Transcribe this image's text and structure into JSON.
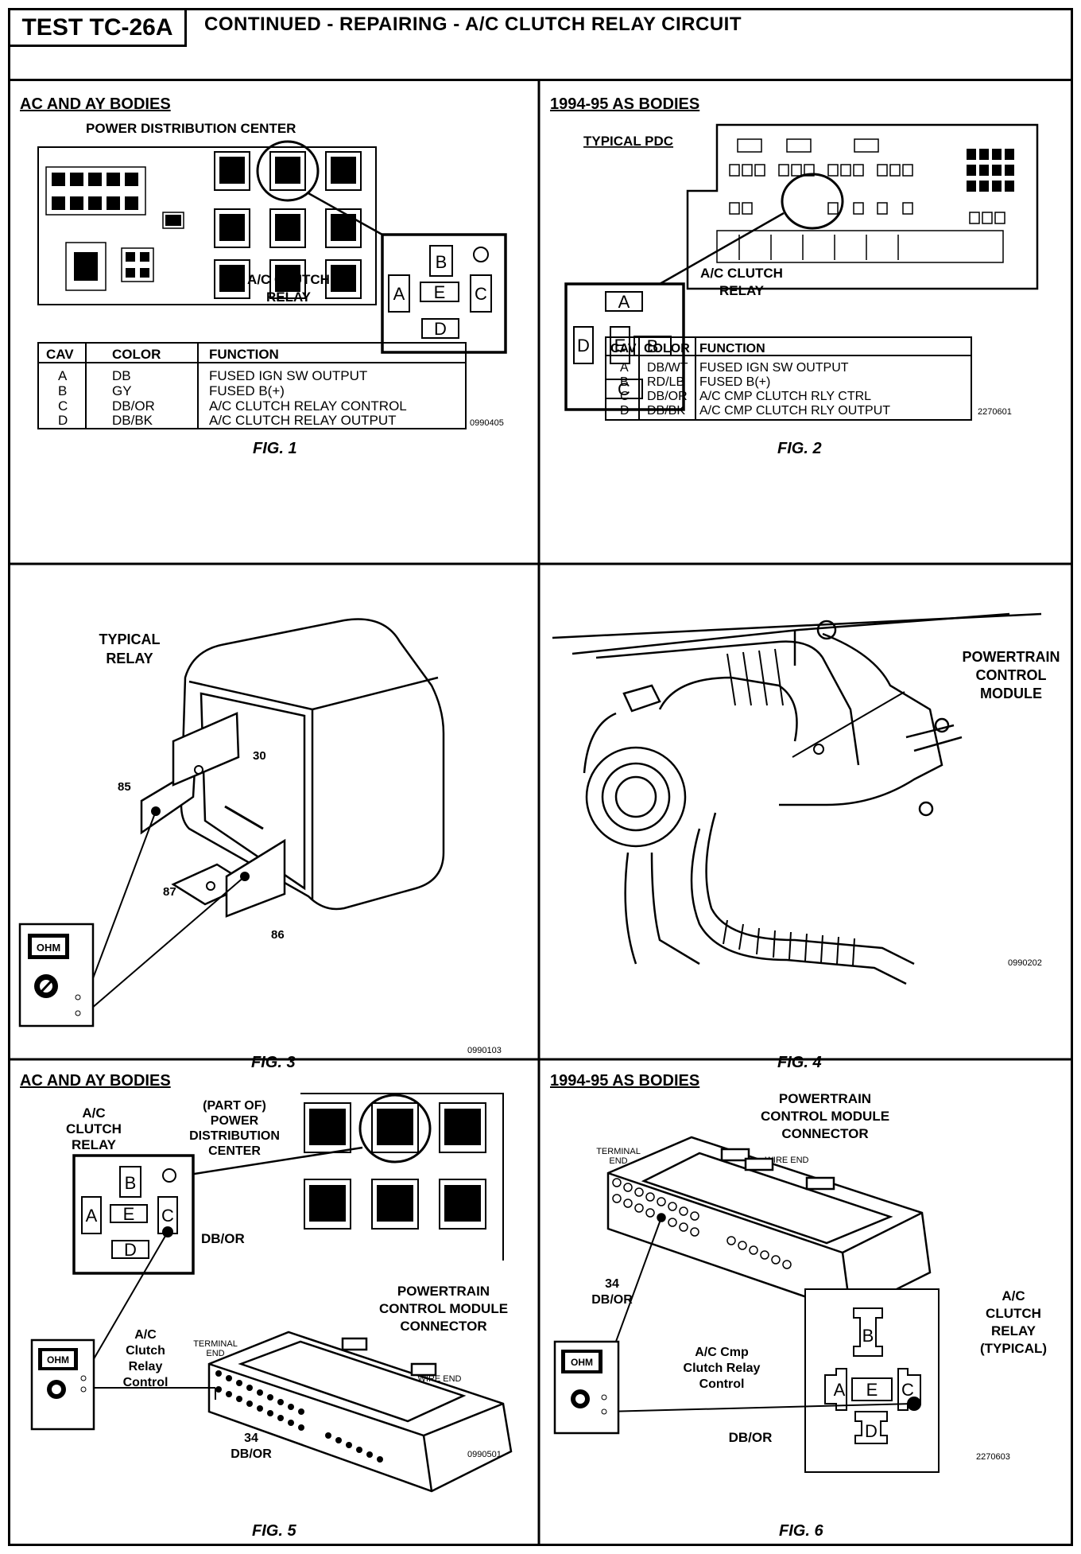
{
  "header": {
    "code": "TEST TC-26A",
    "title": "CONTINUED - REPAIRING - A/C CLUTCH RELAY CIRCUIT"
  },
  "fig1": {
    "heading": "AC AND AY BODIES",
    "subheading": "POWER DISTRIBUTION CENTER",
    "relay_label_1": "A/C CLUTCH",
    "relay_label_2": "RELAY",
    "table_headers": [
      "CAV",
      "COLOR",
      "FUNCTION"
    ],
    "rows": [
      {
        "cav": "A",
        "color": "DB",
        "function": "FUSED IGN SW OUTPUT"
      },
      {
        "cav": "B",
        "color": "GY",
        "function": "FUSED B(+)"
      },
      {
        "cav": "C",
        "color": "DB/OR",
        "function": "A/C CLUTCH RELAY CONTROL"
      },
      {
        "cav": "D",
        "color": "DB/BK",
        "function": "A/C CLUTCH RELAY OUTPUT"
      }
    ],
    "ref": "0990405",
    "caption": "FIG. 1"
  },
  "fig2": {
    "heading": "1994-95 AS BODIES",
    "subheading": "TYPICAL PDC",
    "relay_label_1": "A/C CLUTCH",
    "relay_label_2": "RELAY",
    "table_headers": [
      "CAV",
      "COLOR",
      "FUNCTION"
    ],
    "rows": [
      {
        "cav": "A",
        "color": "DB/WT",
        "function": "FUSED IGN SW OUTPUT"
      },
      {
        "cav": "B",
        "color": "RD/LB",
        "function": "FUSED B(+)"
      },
      {
        "cav": "C",
        "color": "DB/OR",
        "function": "A/C CMP CLUTCH RLY CTRL"
      },
      {
        "cav": "D",
        "color": "DB/BK",
        "function": "A/C CMP CLUTCH RLY OUTPUT"
      }
    ],
    "ref": "2270601",
    "caption": "FIG. 2"
  },
  "fig3": {
    "label_1": "TYPICAL",
    "label_2": "RELAY",
    "terminal_30": "30",
    "terminal_85": "85",
    "terminal_87": "87",
    "terminal_86": "86",
    "meter": "OHM",
    "ref": "0990103",
    "caption": "FIG. 3"
  },
  "fig4": {
    "label_1": "POWERTRAIN",
    "label_2": "CONTROL",
    "label_3": "MODULE",
    "ref": "0990202",
    "caption": "FIG. 4"
  },
  "fig5": {
    "heading": "AC AND AY BODIES",
    "relay_1": "A/C",
    "relay_2": "CLUTCH",
    "relay_3": "RELAY",
    "part_1": "(PART OF)",
    "part_2": "POWER",
    "part_3": "DISTRIBUTION",
    "part_4": "CENTER",
    "wire": "DB/OR",
    "pcm_1": "POWERTRAIN",
    "pcm_2": "CONTROL MODULE",
    "pcm_3": "CONNECTOR",
    "terminal_end_1": "TERMINAL",
    "terminal_end_2": "END",
    "wire_end": "WIRE END",
    "ctrl_1": "A/C",
    "ctrl_2": "Clutch",
    "ctrl_3": "Relay",
    "ctrl_4": "Control",
    "pin": "34",
    "pin_color": "DB/OR",
    "meter": "OHM",
    "ref": "0990501",
    "caption": "FIG. 5"
  },
  "fig6": {
    "heading": "1994-95 AS BODIES",
    "pcm_1": "POWERTRAIN",
    "pcm_2": "CONTROL MODULE",
    "pcm_3": "CONNECTOR",
    "terminal_end_1": "TERMINAL",
    "terminal_end_2": "END",
    "wire_end": "WIRE  END",
    "pin": "34",
    "pin_color": "DB/OR",
    "ctrl_1": "A/C Cmp",
    "ctrl_2": "Clutch Relay",
    "ctrl_3": "Control",
    "relay_1": "A/C",
    "relay_2": "CLUTCH",
    "relay_3": "RELAY",
    "relay_4": "(TYPICAL)",
    "wire": "DB/OR",
    "meter": "OHM",
    "ref": "2270603",
    "caption": "FIG. 6"
  },
  "relay_pins": {
    "a": "A",
    "b": "B",
    "c": "C",
    "d": "D",
    "e": "E"
  }
}
